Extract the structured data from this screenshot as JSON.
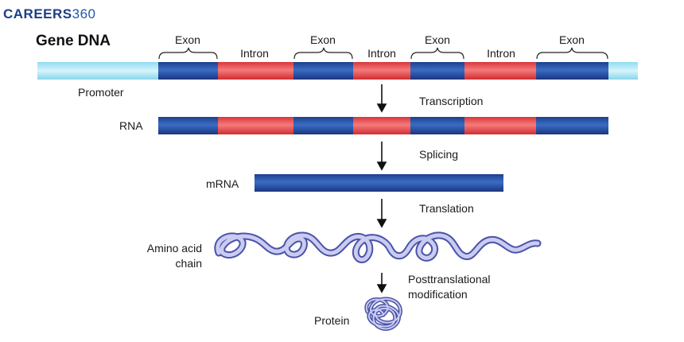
{
  "brand": {
    "name": "CAREERS",
    "num": "360"
  },
  "title": "Gene DNA",
  "segments": [
    "Exon",
    "Intron",
    "Exon",
    "Intron",
    "Exon",
    "Intron",
    "Exon"
  ],
  "rows": {
    "promoter": "Promoter",
    "rna": "RNA",
    "mrna": "mRNA"
  },
  "steps": {
    "transcription": "Transcription",
    "splicing": "Splicing",
    "translation": "Translation",
    "posttranslational": [
      "Posttranslational",
      "modification"
    ]
  },
  "products": {
    "amino_acid_chain": [
      "Amino acid",
      "chain"
    ],
    "protein": "Protein"
  },
  "colors": {
    "exon": "#2a55a6",
    "intron": "#e2494b",
    "promoter": "#a9e4f3",
    "chain": "#7a7fd0",
    "arrow": "#111111"
  }
}
